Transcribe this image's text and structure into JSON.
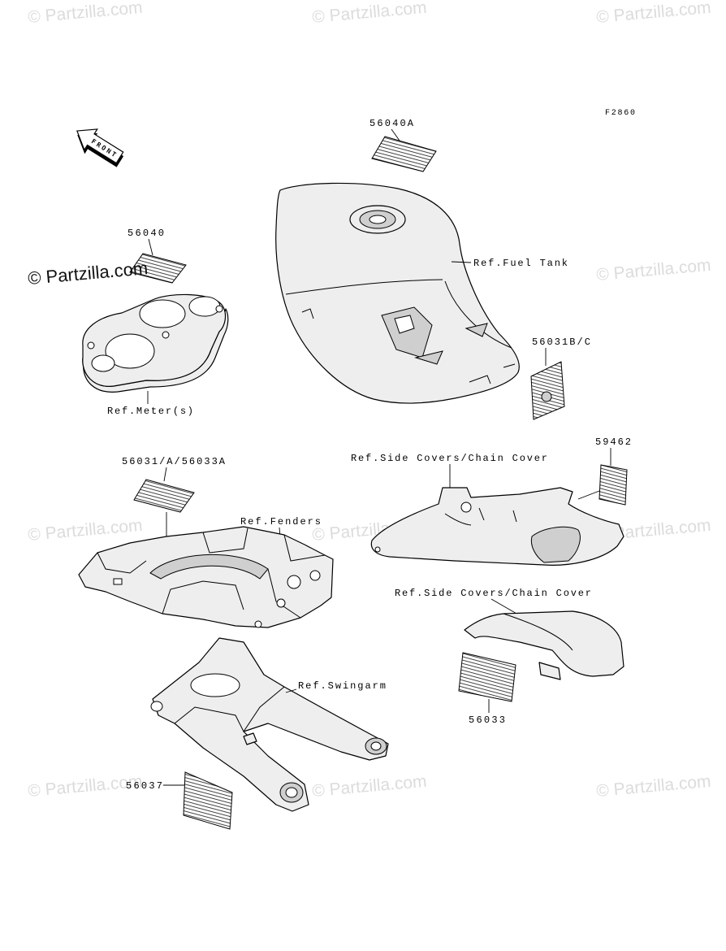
{
  "diagram_code": "F2860",
  "orientation_label": "FRONT",
  "watermark": "© Partzilla.com",
  "callouts": {
    "p56040a": "56040A",
    "p56040": "56040",
    "p56031bc": "56031B/C",
    "p56031a": "56031/A/56033A",
    "p59462": "59462",
    "p56033": "56033",
    "p56037": "56037"
  },
  "references": {
    "fuel_tank": "Ref.Fuel Tank",
    "meters": "Ref.Meter(s)",
    "side_covers_upper": "Ref.Side Covers/Chain Cover",
    "fenders": "Ref.Fenders",
    "side_covers_lower": "Ref.Side Covers/Chain Cover",
    "swingarm": "Ref.Swingarm"
  },
  "colors": {
    "background": "#ffffff",
    "line_art": "#000000",
    "part_fill": "#eeeeee",
    "watermark": "#dcdcdc"
  }
}
